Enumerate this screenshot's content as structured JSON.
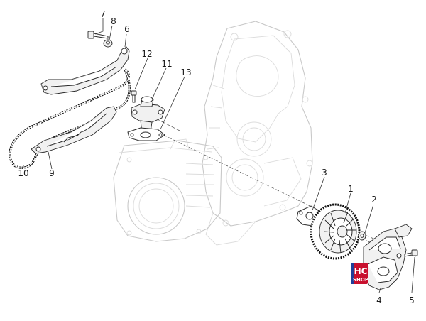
{
  "callouts": [
    "1",
    "2",
    "3",
    "4",
    "5",
    "6",
    "7",
    "8",
    "9",
    "10",
    "11",
    "12",
    "13"
  ],
  "logo": {
    "line1": "HC",
    "line2": "SHOP"
  },
  "colors": {
    "logo_bg": "#c8102e",
    "logo_accent": "#1f3f99",
    "ink": "#222222",
    "ghost": "#c9c9c9"
  }
}
